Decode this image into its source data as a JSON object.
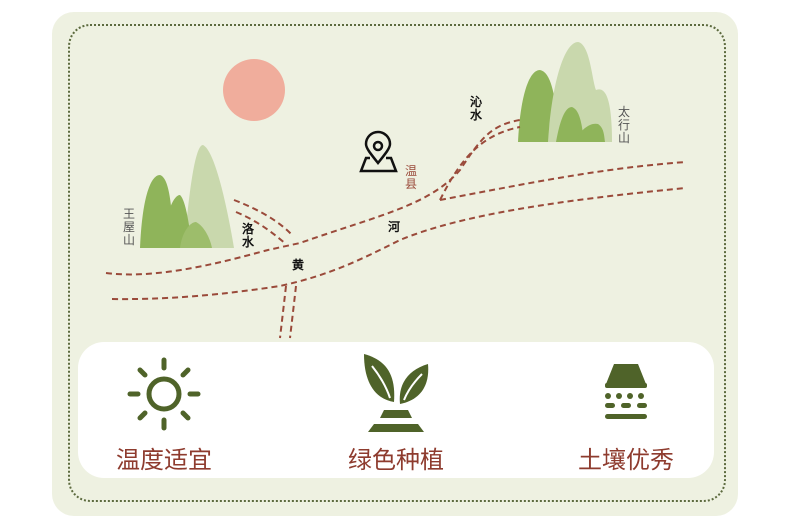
{
  "map": {
    "mountain_left": "王屋山",
    "mountain_right": "太行山",
    "river_luo": "洛水",
    "river_qin": "沁水",
    "river_huang_1": "黄",
    "river_huang_2": "河",
    "location": "温县"
  },
  "features": [
    {
      "icon": "sun-icon",
      "label": "温度适宜"
    },
    {
      "icon": "sprout-icon",
      "label": "绿色种植"
    },
    {
      "icon": "soil-icon",
      "label": "土壤优秀"
    }
  ],
  "colors": {
    "bg": "#eef1e1",
    "river": "#9a4a3a",
    "accent": "#4f6329",
    "text": "#8e3b2e",
    "sun": "#f0ad9c"
  }
}
